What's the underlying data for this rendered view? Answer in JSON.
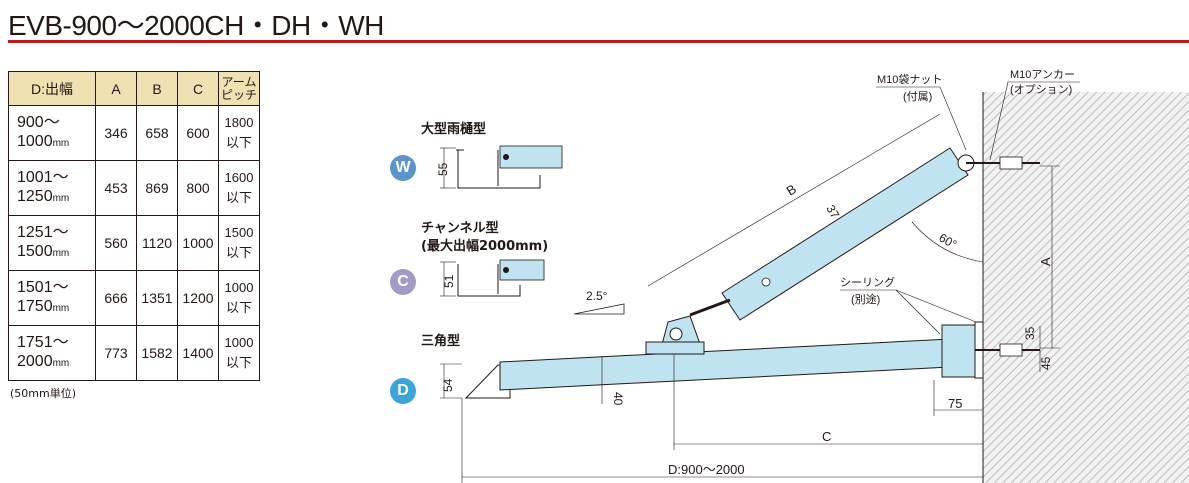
{
  "title": "EVB-900～2000CH・DH・WH",
  "table": {
    "headers": {
      "d": "D:出幅",
      "a": "A",
      "b": "B",
      "c": "C",
      "pitch_1": "アーム",
      "pitch_2": "ピッチ"
    },
    "rows": [
      {
        "d1": "900～",
        "d2": "1000",
        "unit": "mm",
        "a": "346",
        "b": "658",
        "c": "600",
        "p1": "1800",
        "p2": "以下"
      },
      {
        "d1": "1001～",
        "d2": "1250",
        "unit": "mm",
        "a": "453",
        "b": "869",
        "c": "800",
        "p1": "1600",
        "p2": "以下"
      },
      {
        "d1": "1251～",
        "d2": "1500",
        "unit": "mm",
        "a": "560",
        "b": "1120",
        "c": "1000",
        "p1": "1500",
        "p2": "以下"
      },
      {
        "d1": "1501～",
        "d2": "1750",
        "unit": "mm",
        "a": "666",
        "b": "1351",
        "c": "1200",
        "p1": "1000",
        "p2": "以下"
      },
      {
        "d1": "1751～",
        "d2": "2000",
        "unit": "mm",
        "a": "773",
        "b": "1582",
        "c": "1400",
        "p1": "1000",
        "p2": "以下"
      }
    ],
    "note": "(50mm単位)"
  },
  "types": [
    {
      "badge": "W",
      "color": "#5b93cf",
      "name": "大型雨樋型",
      "dim": "55"
    },
    {
      "badge": "C",
      "color": "#a39ac8",
      "name_1": "チャンネル型",
      "name_2": "(最大出幅2000mm)",
      "dim": "51"
    },
    {
      "badge": "D",
      "color": "#3aa4dc",
      "name": "三角型",
      "dim": "54"
    }
  ],
  "diagram": {
    "angle_slope": "2.5°",
    "angle_arm": "60°",
    "dim_b": "B",
    "dim_37": "37",
    "dim_40": "40",
    "dim_a": "A",
    "dim_c": "C",
    "dim_d": "D:900～2000",
    "dim_75": "75",
    "dim_35": "35",
    "dim_45": "45",
    "nut_1": "M10袋ナット",
    "nut_2": "(付属)",
    "anchor_1": "M10アンカー",
    "anchor_2": "(オプション)",
    "seal_1": "シーリング",
    "seal_2": "(別途)"
  }
}
